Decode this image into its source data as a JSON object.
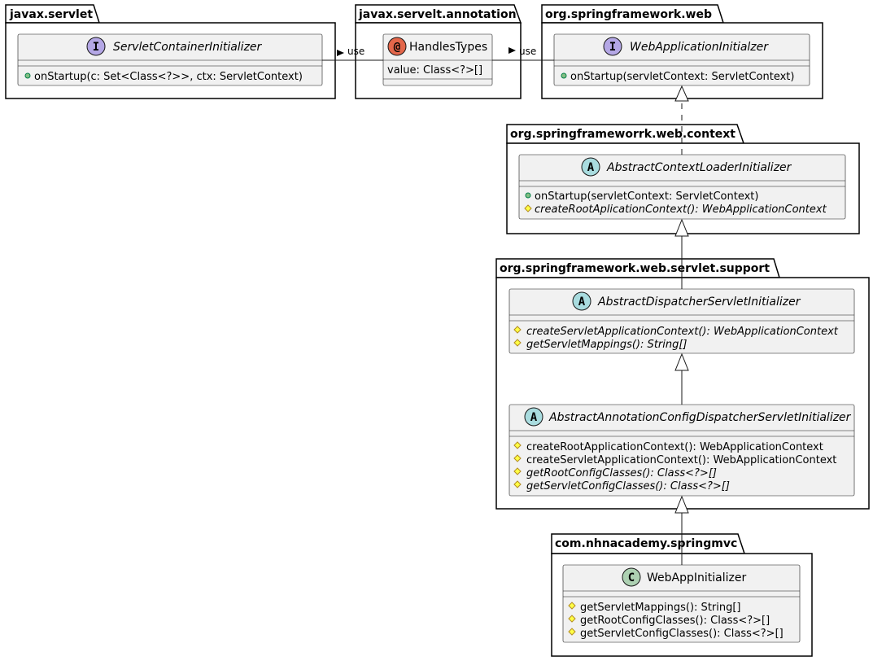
{
  "packages": {
    "javax_servlet": "javax.servlet",
    "javax_servelt_annotation": "javax.servelt.annotation",
    "org_springframework_web": "org.springframework.web",
    "org_springframeworrk_web_context": "org.springframeworrk.web.context",
    "org_springframework_web_servlet_support": "org.springframework.web.servlet.support",
    "com_nhnacademy_springmvc": "com.nhnacademy.springmvc"
  },
  "classes": {
    "servlet_container_initializer": {
      "name": "ServletContainerInitializer",
      "kind_letter": "I",
      "kind_color": "#b4a7e5",
      "members": [
        "onStartup(c: Set<Class<?>>, ctx: ServletContext)"
      ]
    },
    "handles_types": {
      "name": "HandlesTypes",
      "kind_letter": "@",
      "kind_color": "#e3664a",
      "members": [
        "value: Class<?>[]"
      ]
    },
    "web_application_initialzer": {
      "name": "WebApplicationInitialzer",
      "kind_letter": "I",
      "kind_color": "#b4a7e5",
      "members": [
        "onStartup(servletContext: ServletContext)"
      ]
    },
    "abstract_context_loader_initializer": {
      "name": "AbstractContextLoaderInitializer",
      "kind_letter": "A",
      "kind_color": "#a9dcdf",
      "members": [
        "onStartup(servletContext: ServletContext)",
        "createRootAplicationContext(): WebApplicationContext"
      ]
    },
    "abstract_dispatcher_servlet_initializer": {
      "name": "AbstractDispatcherServletInitializer",
      "kind_letter": "A",
      "kind_color": "#a9dcdf",
      "members": [
        "createServletApplicationContext(): WebApplicationContext",
        "getServletMappings(): String[]"
      ]
    },
    "abstract_annotation_config_dispatcher_servlet_initializer": {
      "name": "AbstractAnnotationConfigDispatcherServletInitializer",
      "kind_letter": "A",
      "kind_color": "#a9dcdf",
      "members": [
        "createRootApplicationContext(): WebApplicationContext",
        "createServletApplicationContext(): WebApplicationContext",
        "getRootConfigClasses(): Class<?>[]",
        "getServletConfigClasses(): Class<?>[]"
      ]
    },
    "web_app_initializer": {
      "name": "WebAppInitializer",
      "kind_letter": "C",
      "kind_color": "#add1b2",
      "members": [
        "getServletMappings(): String[]",
        "getRootConfigClasses(): Class<?>[]",
        "getServletConfigClasses(): Class<?>[]"
      ]
    }
  },
  "relations": {
    "use_1": "use",
    "use_2": "use"
  }
}
